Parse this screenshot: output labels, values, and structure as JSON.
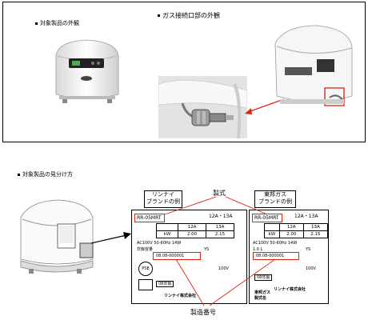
{
  "top_section": {
    "product_exterior_caption": "対象製品の外観",
    "gas_inlet_caption": "ガス接続口部の外観"
  },
  "bottom_section": {
    "identification_caption": "対象製品の見分け方",
    "rinnai_callout": [
      "リンナイ",
      "ブランドの例"
    ],
    "tohogas_callout": [
      "東邦ガス",
      "ブランドの例"
    ],
    "model_label": "製式",
    "serial_label": "製造番号",
    "rinnai_plate": {
      "model": "RR-05MRT",
      "gas_type": "12A・13A",
      "gas_row": [
        "12A",
        "13A"
      ],
      "kw_label": "kW",
      "kw_values": [
        "2.00",
        "2.15"
      ],
      "elec": "AC100V 50-60Hz 14W",
      "capacity": "炊飯容量",
      "ys": "YS",
      "serial": "08.08-000001",
      "pse": "PSE",
      "voltage": "100V",
      "year": "08年製",
      "maker": "リンナイ株式会社"
    },
    "toho_plate": {
      "model": "RR-05MRT",
      "gas_type": "12A・13A",
      "gas_row": [
        "12A",
        "13A"
      ],
      "kw_label": "kW",
      "kw_values": [
        "2.00",
        "2.15"
      ],
      "elec": "AC100V 50-60Hz 14W",
      "capacity": "1.0 L",
      "ys": "YS",
      "serial": "08.08-000001",
      "voltage": "100V",
      "year": "08年製",
      "maker": "リンナイ株式会社",
      "brand": "東邦ガス",
      "brand2": "製式名"
    }
  },
  "colors": {
    "frame": "#000000",
    "highlight": "#d21111",
    "photo_bg": "#f4f4f4"
  }
}
